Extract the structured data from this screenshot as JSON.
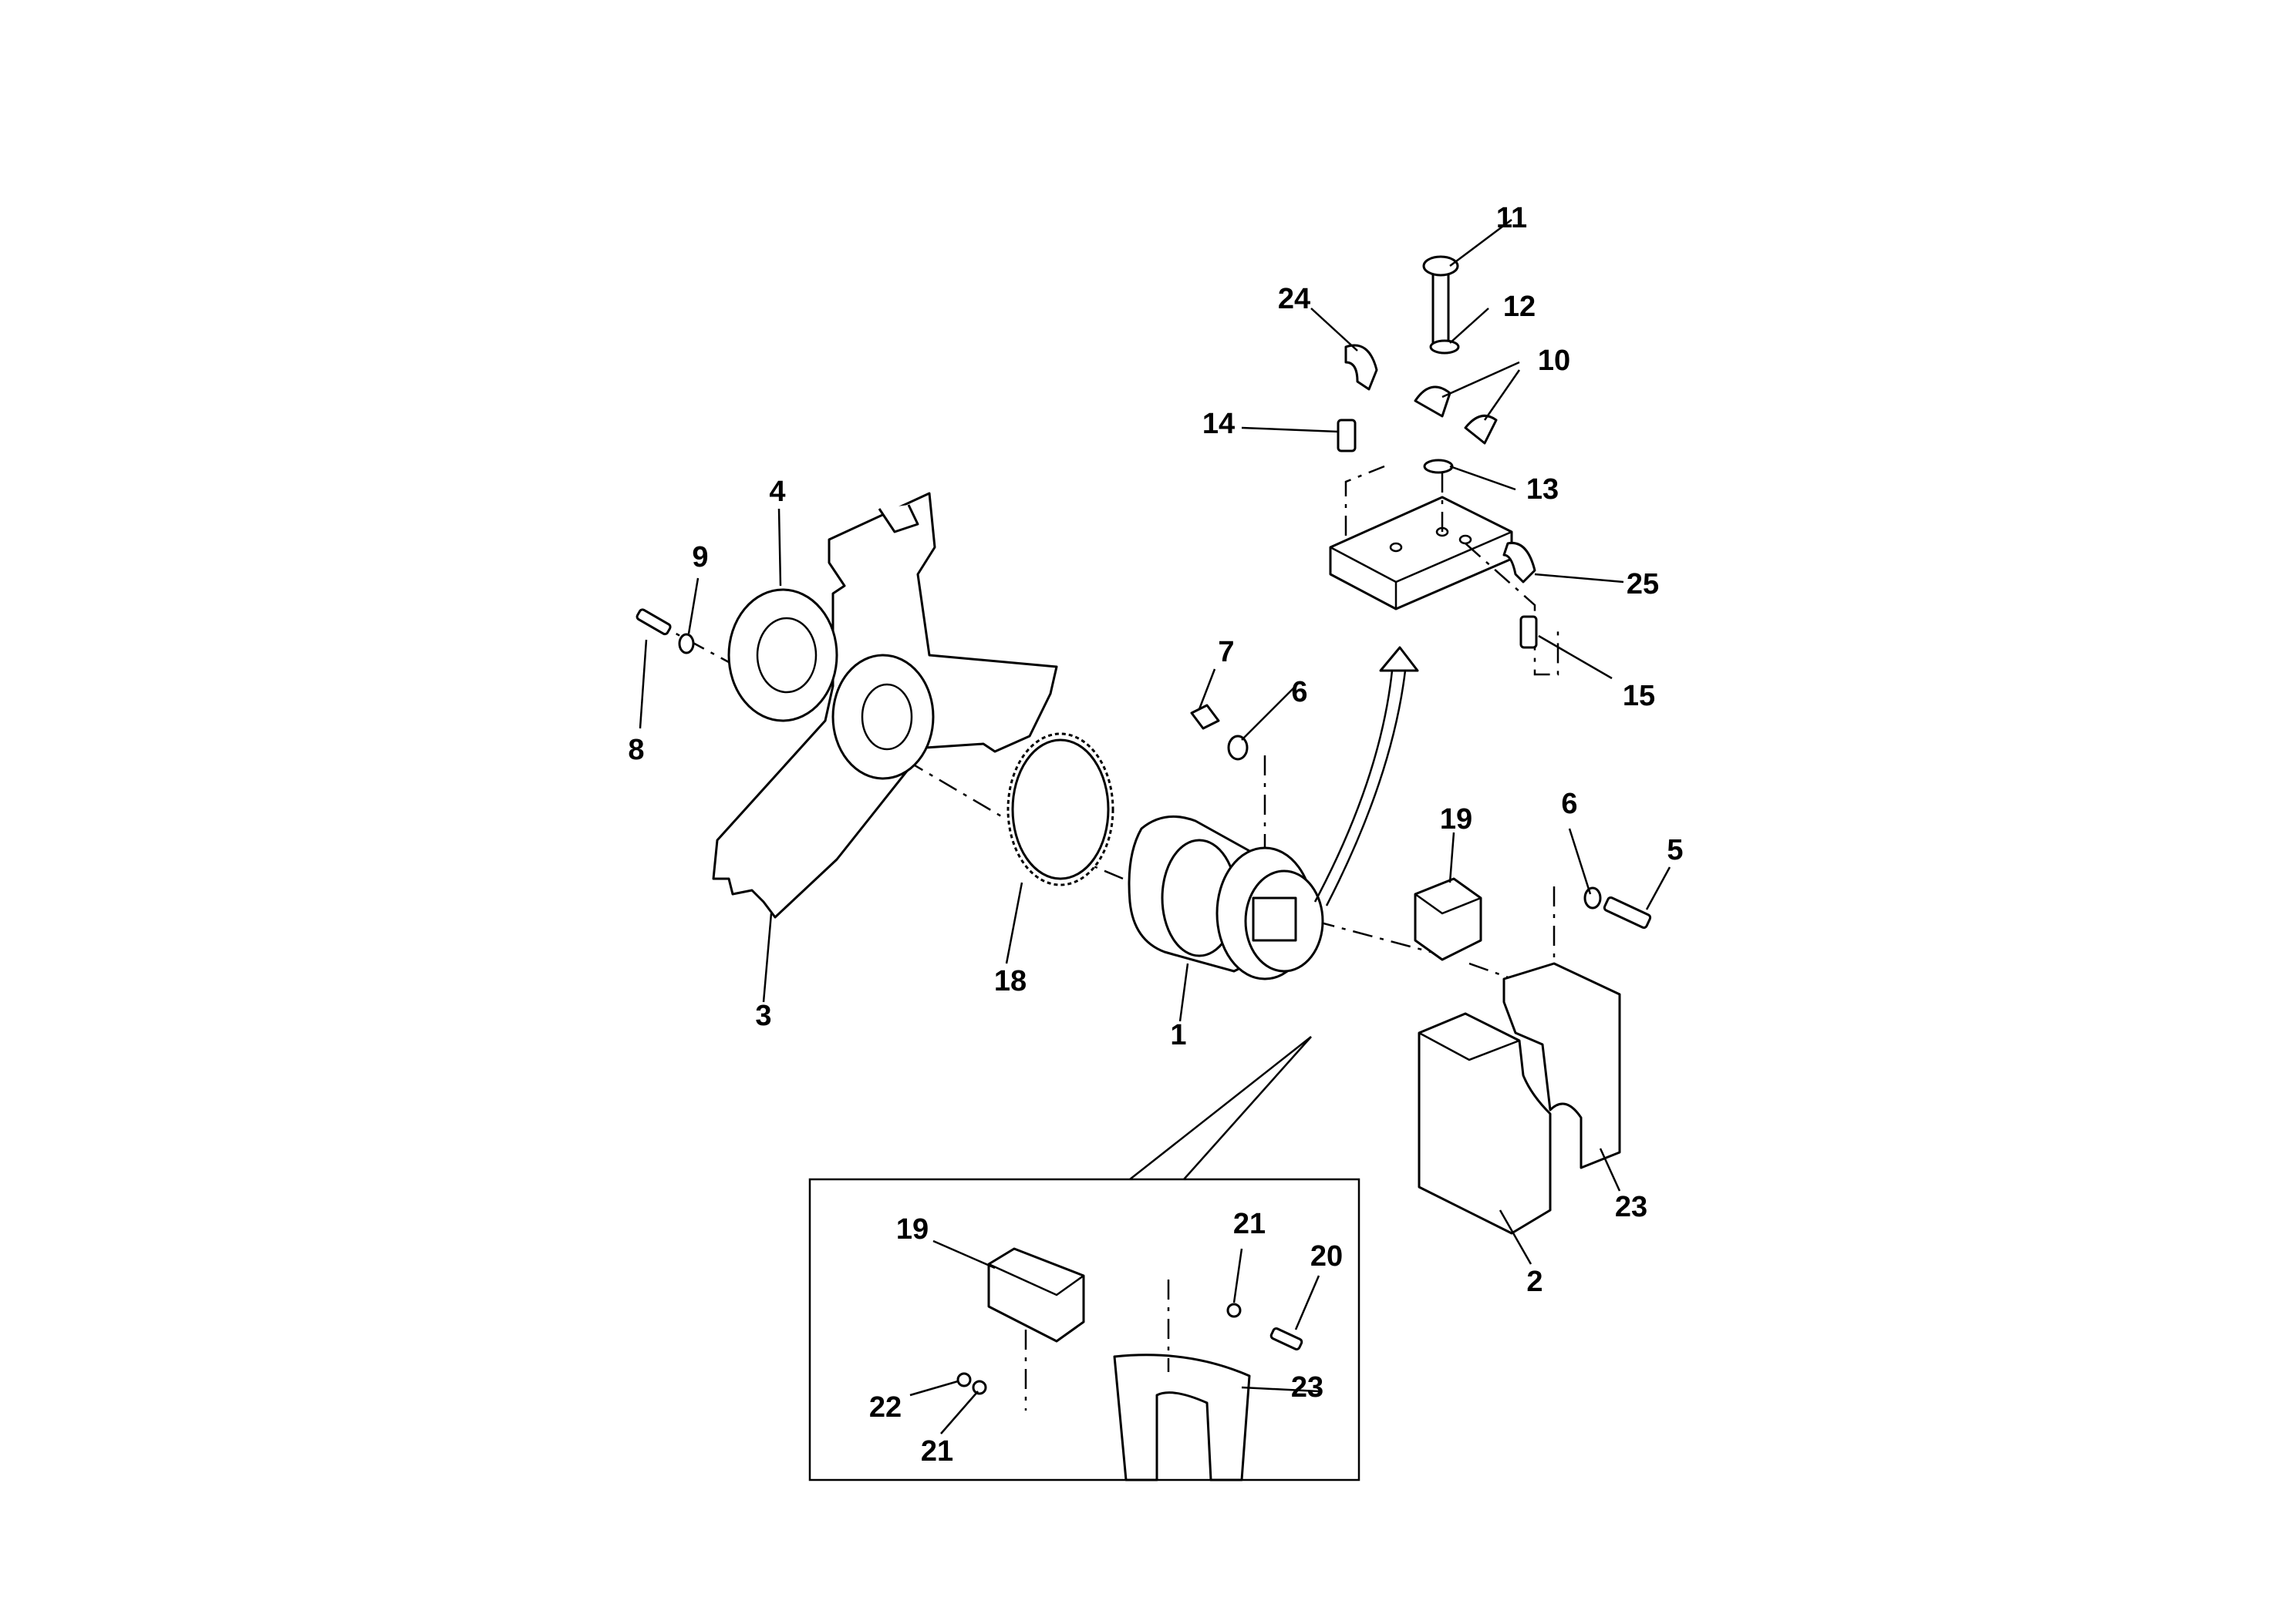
{
  "callouts": {
    "c1": "1",
    "c2": "2",
    "c3": "3",
    "c4": "4",
    "c5": "5",
    "c6a": "6",
    "c6b": "6",
    "c7": "7",
    "c8": "8",
    "c9": "9",
    "c10": "10",
    "c11": "11",
    "c12": "12",
    "c13": "13",
    "c14": "14",
    "c15": "15",
    "c18": "18",
    "c19a": "19",
    "c19b": "19",
    "c20": "20",
    "c21a": "21",
    "c21b": "21",
    "c22": "22",
    "c23a": "23",
    "c23b": "23",
    "c24": "24",
    "c25": "25"
  },
  "colors": {
    "line": "#000000",
    "background": "#ffffff"
  }
}
